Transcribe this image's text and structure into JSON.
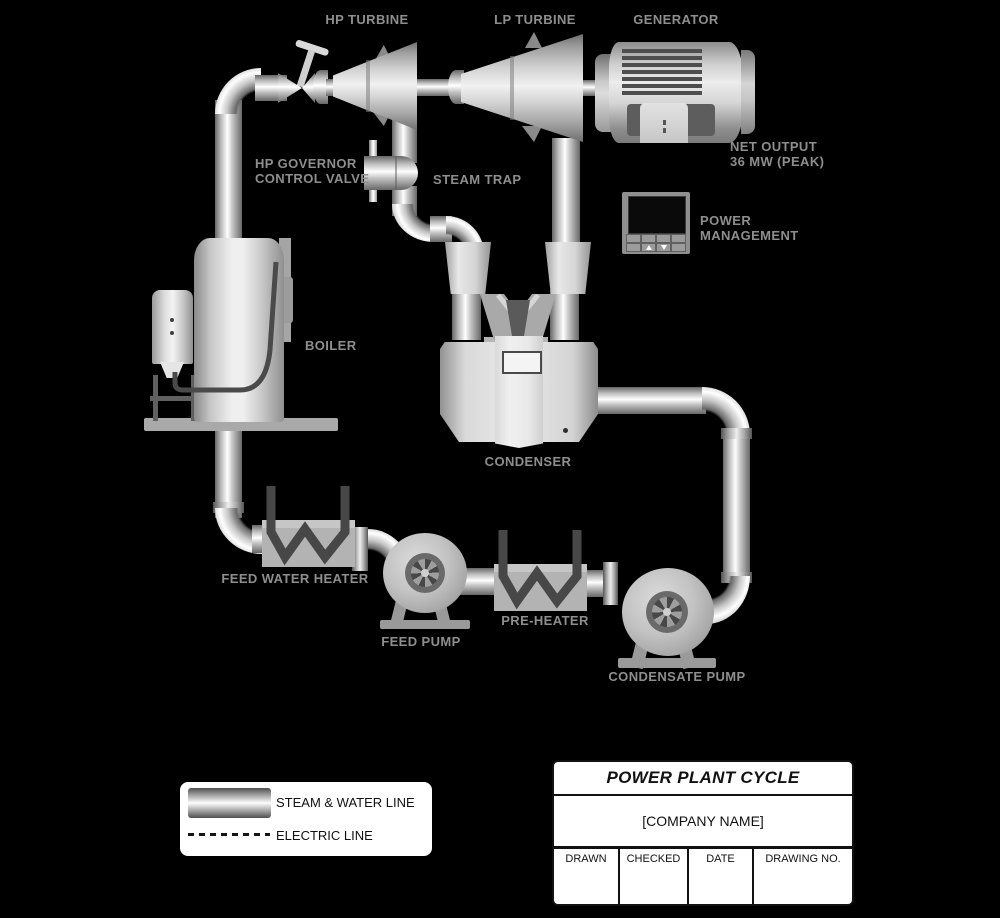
{
  "diagram": {
    "labels": {
      "hp_turbine": "HP TURBINE",
      "lp_turbine": "LP TURBINE",
      "generator": "GENERATOR",
      "boiler": "BOILER",
      "condenser": "CONDENSER",
      "steam_trap": "STEAM TRAP",
      "feed_water_heater": "FEED WATER HEATER",
      "feed_pump": "FEED PUMP",
      "pre_heater": "PRE-HEATER",
      "condensate_pump": "CONDENSATE PUMP"
    },
    "annotations": {
      "net_output_line1": "NET OUTPUT",
      "net_output_line2": "36 MW (PEAK)",
      "governor_line1": "HP GOVERNOR",
      "governor_line2": "CONTROL VALVE",
      "power_mgmt_line1": "POWER",
      "power_mgmt_line2": "MANAGEMENT"
    }
  },
  "legend": {
    "steam_water_line": "STEAM & WATER LINE",
    "electric_line": "ELECTRIC LINE"
  },
  "title_block": {
    "title": "POWER PLANT CYCLE",
    "company": "[COMPANY NAME]",
    "columns": [
      "DRAWN",
      "CHECKED",
      "DATE",
      "DRAWING NO."
    ]
  },
  "colors": {
    "background": "#000000",
    "label_text": "#8e8e8e",
    "panel_background": "#ffffff",
    "panel_text": "#111111",
    "pipe_dark": "#676767",
    "pipe_light": "#ffffff",
    "heater_element": "#474747"
  }
}
